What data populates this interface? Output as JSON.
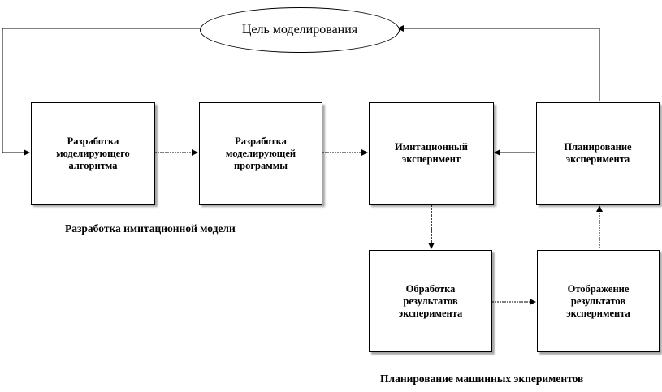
{
  "goal": "Цель моделирования",
  "boxes": {
    "algorithm": "Разработка\nмоделирующего\nалгоритма",
    "program": "Разработка\nмоделирующей\nпрограммы",
    "experiment": "Имитационный\nэксперимент",
    "planning": "Планирование\nэксперимента",
    "processing": "Обработка\nрезультатов\nэксперимента",
    "display": "Отображение\nрезультатов\nэксперимента"
  },
  "captions": {
    "model": "Разработка имитационной модели",
    "machine": "Планирование машинных экпериментов"
  },
  "colors": {
    "stroke": "#000000",
    "background": "#ffffff"
  }
}
